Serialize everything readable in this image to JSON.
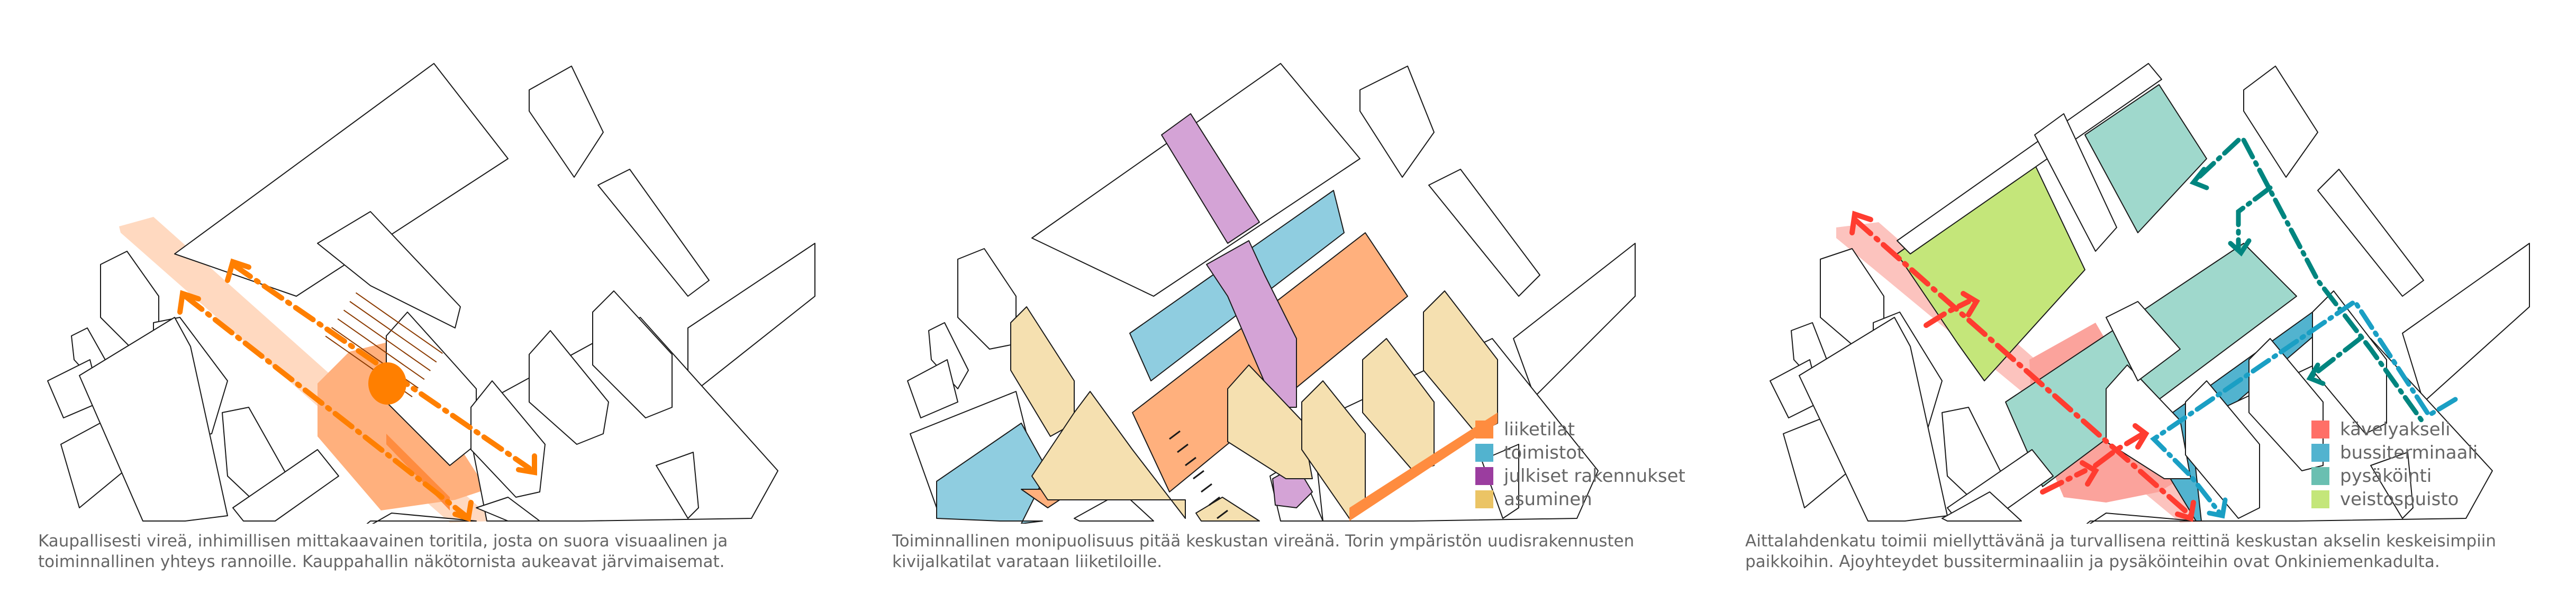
{
  "colors": {
    "liiketilat": "#FF8C3F",
    "liiketilat_light": "#FFB07D",
    "toimistot": "#52B3CF",
    "toimistot_light": "#8FCDE0",
    "julkiset": "#9B3D9F",
    "julkiset_light": "#D4A3D6",
    "asuminen": "#EBC465",
    "asuminen_light": "#F5E0B0",
    "plaza_orange": "#FFB07D",
    "plaza_orange_pale": "#FFD9C0",
    "arrow_orange": "#FF7F00",
    "kavely": "#FF6F67",
    "kavely_fill": "#FBA39C",
    "kavely_pale": "#FCC3BE",
    "arrow_red": "#FF3C30",
    "bussi": "#52B3CF",
    "arrow_bussi": "#1A9FC4",
    "pysakointi": "#6ABFB1",
    "pysakointi_fill": "#9FD8CC",
    "arrow_teal": "#00857F",
    "veisto": "#C4E67A",
    "line": "#1a1a1a",
    "caption_text": "#666666"
  },
  "panels": [
    {
      "id": "commerce-plaza",
      "caption": {
        "lines": [
          "Kaupallisesti vireä, inhimillisen mittakaavainen toritila, josta on suora visuaalinen ja",
          "toiminnallinen yhteys rannoille. Kauppahallin näkötornista aukeavat järvimaisemat."
        ]
      }
    },
    {
      "id": "land-use",
      "caption": {
        "lines": [
          "Toiminnallinen monipuolisuus pitää keskustan vireänä. Torin ympäristön uudisrakennusten",
          "kivijalkatilat varataan liiketiloille."
        ]
      },
      "legend": [
        {
          "label": "liiketilat",
          "color": "#FF8C3F"
        },
        {
          "label": "toimistot",
          "color": "#52B3CF"
        },
        {
          "label": "julkiset rakennukset",
          "color": "#9B3D9F"
        },
        {
          "label": "asuminen",
          "color": "#EBC465"
        }
      ]
    },
    {
      "id": "mobility",
      "caption": {
        "lines": [
          "Aittalahdenkatu toimii miellyttävänä ja turvallisena reittinä keskustan akselin keskeisimpiin",
          "paikkoihin. Ajoyhteydet bussiterminaaliin ja pysäköinteihin ovat Onkiniemenkadulta."
        ]
      },
      "legend": [
        {
          "label": "kävelyakseli",
          "color": "#FF6F67"
        },
        {
          "label": "bussiterminaali",
          "color": "#52B3CF"
        },
        {
          "label": "pysäköinti",
          "color": "#6ABFB1"
        },
        {
          "label": "veistospuisto",
          "color": "#C4E67A"
        }
      ]
    }
  ]
}
